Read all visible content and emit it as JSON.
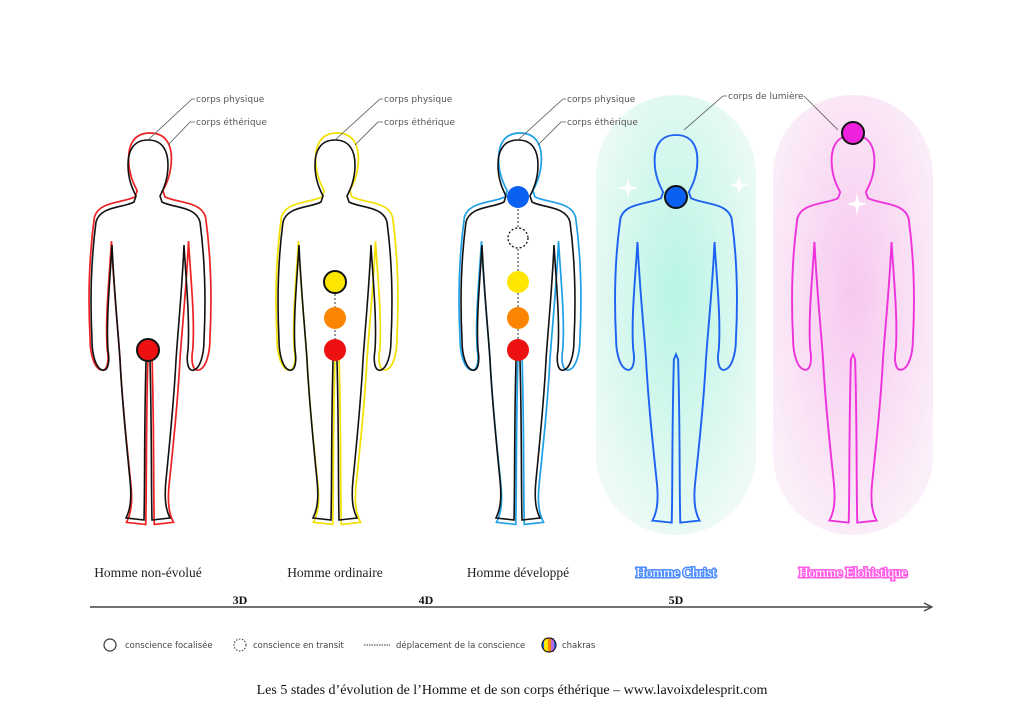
{
  "figures": [
    {
      "label": "Homme non-évolué",
      "annotations": [
        "corps physique",
        "corps éthérique"
      ],
      "color": "#ee2222"
    },
    {
      "label": "Homme ordinaire",
      "annotations": [
        "corps physique",
        "corps éthérique"
      ],
      "color": "#f2e000"
    },
    {
      "label": "Homme développé",
      "annotations": [
        "corps physique",
        "corps éthérique"
      ],
      "color": "#1ea0e6"
    },
    {
      "label": "Homme Christ",
      "annotations": [
        "corps de lumière"
      ],
      "color": "#1e63f0"
    },
    {
      "label": "Homme Elohistique",
      "annotations": [],
      "color": "#ee33dd"
    }
  ],
  "axis": {
    "ticks": [
      "3D",
      "4D",
      "5D"
    ]
  },
  "legend": {
    "focused": "conscience focalisée",
    "transit": "conscience en transit",
    "movement": "déplacement de la conscience",
    "chakras": "chakras"
  },
  "title": "Les 5 stades d’évolution de l’Homme et de son corps éthérique – www.lavoixdelesprit.com"
}
